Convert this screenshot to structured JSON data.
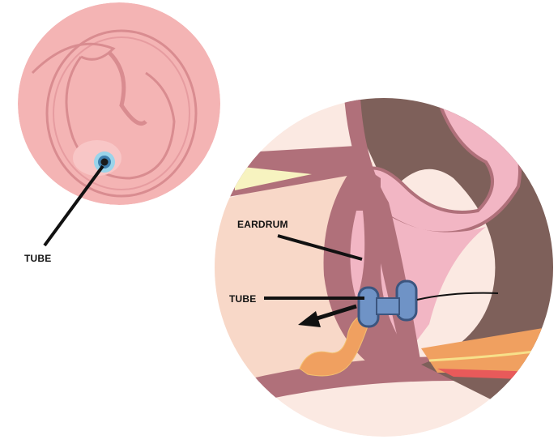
{
  "labels": {
    "tube_outer": "TUBE",
    "eardrum": "EARDRUM",
    "tube_inner": "TUBE"
  },
  "colors": {
    "skin_pink": "#f4b4b4",
    "canal_bg": "#f8d8c8",
    "tissue": "#b0707a",
    "dark_cavity": "#7e605a",
    "membrane_pink": "#f2b6c4",
    "tube_blue": "#6f93c6",
    "tube_outline": "#3b557f",
    "fluid_orange": "#f0a060"
  }
}
